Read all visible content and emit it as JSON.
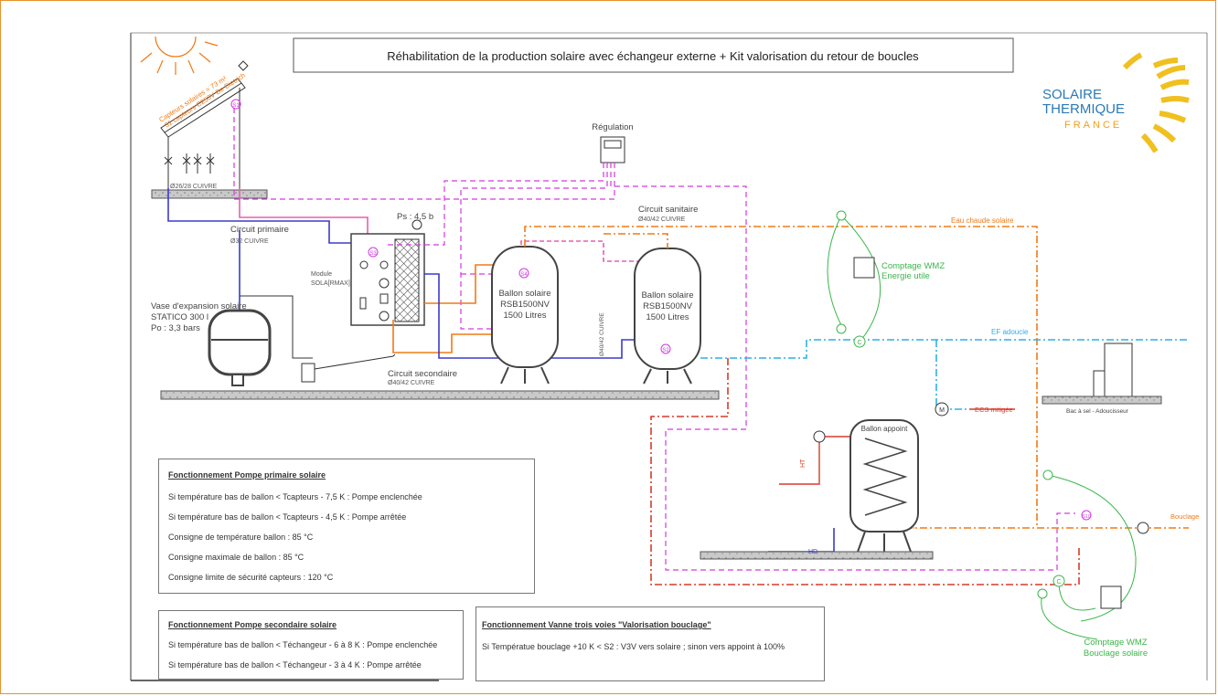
{
  "title": "Réhabilitation de la production solaire avec échangeur externe + Kit valorisation du retour de boucles",
  "logo": {
    "line1": "SOLAIRE",
    "line2": "THERMIQUE",
    "line3": "FRANCE"
  },
  "labels": {
    "capteurs_line1": "Capteurs solaires = 73 m²",
    "capteurs_line2": "31 capteurs C250V De Dietrich",
    "s1": "S1",
    "s2": "S2",
    "s3": "S3",
    "s4": "S4",
    "s10": "S10",
    "cuivre_2628": "Ø26/28 CUIVRE",
    "circuit_primaire": "Circuit primaire",
    "cuivre_32": "Ø32 CUIVRE",
    "regulation": "Régulation",
    "ps": "Ps : 4,5 b",
    "module_1": "Module",
    "module_2": "SOLA[RMAX]",
    "vase_1": "Vase d'expansion solaire",
    "vase_2": "STATICO 300 l",
    "vase_3": "Po : 3,3 bars",
    "circuit_secondaire": "Circuit secondaire",
    "cuivre_4042": "Ø40/42 CUIVRE",
    "circuit_sanitaire": "Circuit sanitaire",
    "ballon_1_l1": "Ballon solaire",
    "ballon_1_l2": "RSB1500NV",
    "ballon_1_l3": "1500 Litres",
    "ballon_2_l1": "Ballon solaire",
    "ballon_2_l2": "RSB1500NV",
    "ballon_2_l3": "1500 Litres",
    "eau_chaude": "Eau chaude solaire",
    "comptage_1_l1": "Comptage WMZ",
    "comptage_1_l2": "Energie utile",
    "ef_adoucie": "EF adoucie",
    "bac_sel": "Bac à sel - Adoucisseur",
    "ecs_mitigee": "ECS mitigée",
    "ballon_appoint": "Ballon appoint",
    "ht": "HT",
    "hd": "HD",
    "bouclage": "Bouclage",
    "comptage_2_l1": "Comptage WMZ",
    "comptage_2_l2": "Bouclage solaire",
    "c": "C",
    "m": "M"
  },
  "box1": {
    "heading": "Fonctionnement Pompe primaire solaire",
    "lines": [
      "Si température bas de ballon < Tcapteurs - 7,5 K : Pompe enclenchée",
      "Si température bas de ballon < Tcapteurs - 4,5 K : Pompe arrêtée",
      "Consigne de température ballon : 85 °C",
      "Consigne maximale de ballon : 85 °C",
      "Consigne limite de sécurité capteurs : 120 °C"
    ]
  },
  "box2": {
    "heading": "Fonctionnement Pompe secondaire solaire",
    "lines": [
      "Si température bas de ballon < Téchangeur - 6 à 8 K : Pompe enclenchée",
      "Si température bas de ballon < Téchangeur - 3 à 4 K : Pompe arrêtée"
    ]
  },
  "box3": {
    "heading": "Fonctionnement Vanne trois voies \"Valorisation bouclage\"",
    "lines": [
      "Si Températue bouclage +10 K < S2 : V3V vers solaire ; sinon vers appoint à 100%"
    ]
  },
  "colors": {
    "primary": "#3b3bc9",
    "pink": "#e85fb0",
    "magenta": "#d23ae0",
    "orange": "#f07a16",
    "red": "#d93a2a",
    "cyan": "#2bb0e6",
    "green": "#3cb54a",
    "gold": "#f0c020",
    "blue_text": "#2a7ab5"
  }
}
